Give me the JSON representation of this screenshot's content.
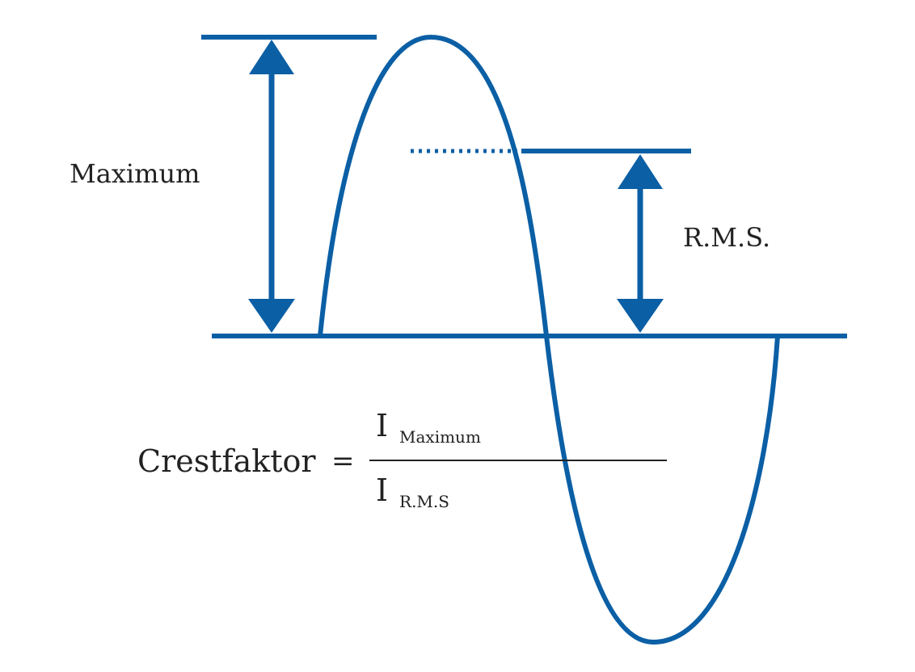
{
  "labels": {
    "maximum": "Maximum",
    "rms": "R.M.S."
  },
  "formula": {
    "name": "Crestfaktor",
    "equals": "=",
    "numerator_symbol": "I",
    "numerator_subscript": "Maximum",
    "denominator_symbol": "I",
    "denominator_subscript": "R.M.S"
  },
  "colors": {
    "accent": "#0b5fa5",
    "text": "#222222"
  }
}
